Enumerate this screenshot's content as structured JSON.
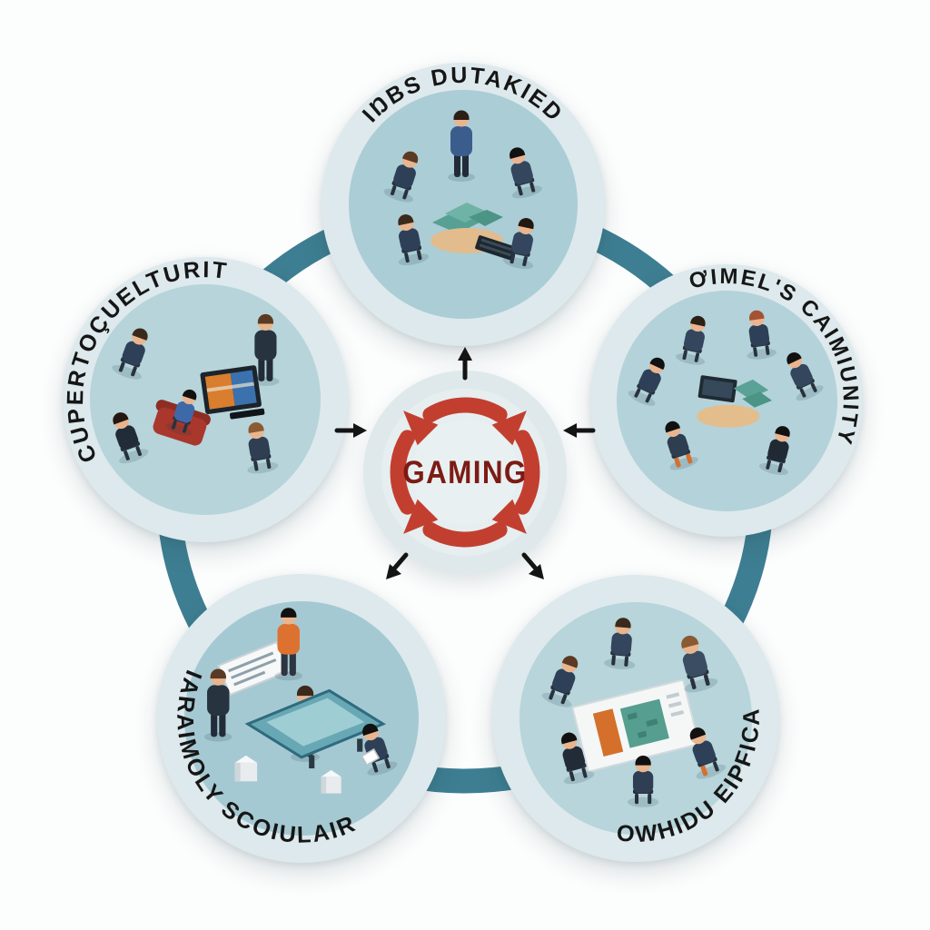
{
  "diagram": {
    "type": "hub-and-spoke-cycle",
    "background_color": "#fcfdfd",
    "ring_color": "#3e7e92",
    "connector_arrow_color": "#141414",
    "center": {
      "label": "GAMING",
      "label_color": "#7c1b15",
      "icon": "cycle-arrows-icon",
      "cycle_arrow_color": "#c23f30",
      "disc_color": "#dfe9ec"
    },
    "node_style": {
      "outer_band_color": "#dde9ec",
      "inner_disc_color": "#aecdd5",
      "label_color": "#161616"
    },
    "nodes": [
      {
        "id": "top",
        "label": "IŊBS DUTAKIED",
        "scene": "five-people-discussion-around-money-pile-and-laptop"
      },
      {
        "id": "left",
        "label": "CUPERTOÇUELTURIT",
        "scene": "console-gaming-group-with-tv-and-red-sofa"
      },
      {
        "id": "right",
        "label": "ƠIMEL'S CAIMIUNITY",
        "scene": "community-circle-seated-around-monitor-and-plants"
      },
      {
        "id": "bottom-left",
        "label": "IARAIMOLY SCOIULAIR",
        "scene": "workshop-team-around-prototype-table-with-blueprint-and-crates"
      },
      {
        "id": "bottom-right",
        "label": "OWHIDU EIPFICA",
        "scene": "team-seated-reviewing-large-floor-map-poster"
      }
    ],
    "connector_icons": [
      "arrow-up-icon",
      "arrow-right-icon",
      "arrow-left-icon",
      "arrow-down-left-icon",
      "arrow-down-right-icon"
    ]
  }
}
